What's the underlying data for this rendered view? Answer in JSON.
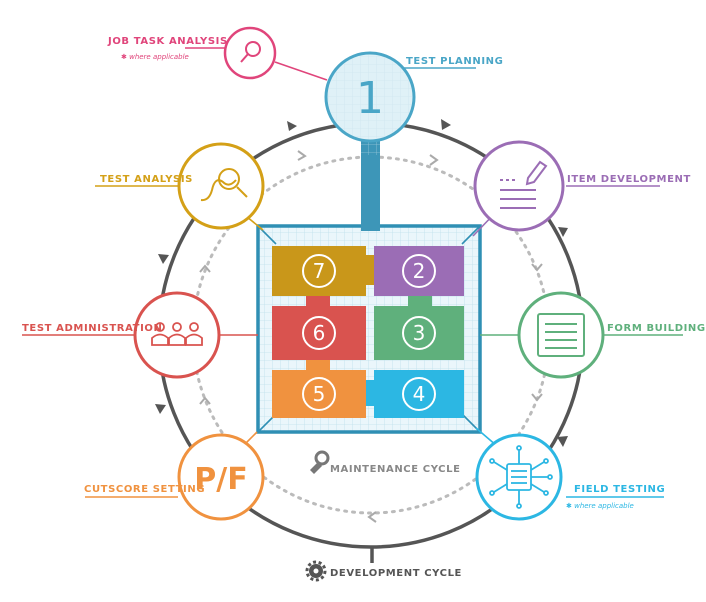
{
  "stages": {
    "test_planning": {
      "label": "TEST PLANNING",
      "number": "1",
      "color": "#4aa6c7"
    },
    "item_development": {
      "label": "ITEM DEVELOPMENT",
      "color": "#9b6db5"
    },
    "form_building": {
      "label": "FORM BUILDING",
      "color": "#5fb07c"
    },
    "field_testing": {
      "label": "FIELD TESTING",
      "note": "✱ where applicable",
      "color": "#2cb7e3"
    },
    "cutscore_setting": {
      "label": "CUTSCORE SETTING",
      "badge": "P/F",
      "color": "#f0923f"
    },
    "test_administration": {
      "label": "TEST ADMINISTRATION",
      "color": "#d9534f"
    },
    "test_analysis": {
      "label": "TEST ANALYSIS",
      "color": "#d4a017"
    },
    "job_task_analysis": {
      "label": "JOB TASK ANALYSIS",
      "note": "✱ where applicable",
      "color": "#e0457b"
    }
  },
  "grid_blocks": [
    {
      "number": "7",
      "color": "#c9971a"
    },
    {
      "number": "2",
      "color": "#9b6db5"
    },
    {
      "number": "6",
      "color": "#d9534f"
    },
    {
      "number": "3",
      "color": "#5fb07c"
    },
    {
      "number": "5",
      "color": "#f0923f"
    },
    {
      "number": "4",
      "color": "#2cb7e3"
    }
  ],
  "cycles": {
    "maintenance": "MAINTENANCE CYCLE",
    "development": "DEVELOPMENT CYCLE"
  },
  "icons": [
    "magnifier-icon",
    "number-one-badge",
    "pencil-lines-icon",
    "form-list-icon",
    "circuit-chip-icon",
    "pass-fail-badge",
    "people-icon",
    "magnifier-chart-icon",
    "wrench-icon",
    "gear-icon"
  ]
}
